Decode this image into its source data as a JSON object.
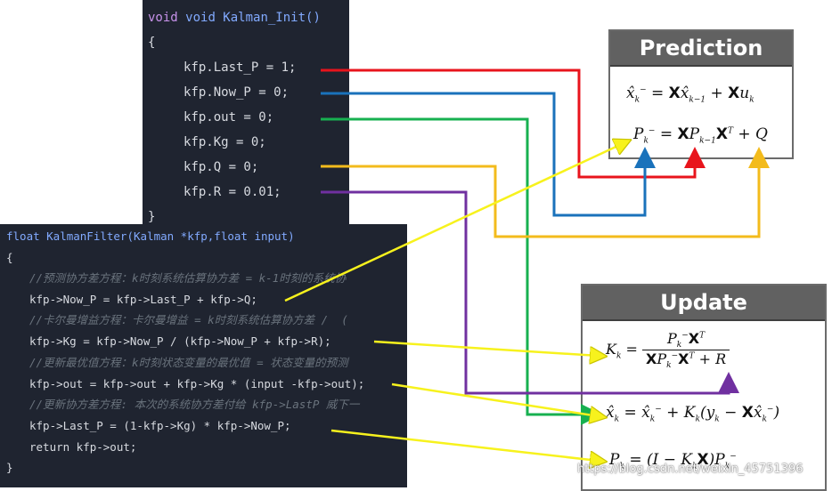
{
  "code_init": {
    "header": "void Kalman_Init()",
    "open_brace": "{",
    "close_brace": "}",
    "lines": [
      "kfp.Last_P = 1;",
      "kfp.Now_P = 0;",
      "kfp.out = 0;",
      "kfp.Kg = 0;",
      "kfp.Q = 0;",
      "kfp.R = 0.01;"
    ]
  },
  "code_filter": {
    "header": "float KalmanFilter(Kalman *kfp,float input)",
    "open_brace": "{",
    "close_brace": "}",
    "lines": [
      "//预测协方差方程：k时刻系统估算协方差 = k-1时刻的系统协",
      "kfp->Now_P = kfp->Last_P + kfp->Q;",
      "//卡尔曼增益方程：卡尔曼增益 = k时刻系统估算协方差 /  (",
      "kfp->Kg = kfp->Now_P / (kfp->Now_P + kfp->R);",
      "//更新最优值方程：k时刻状态变量的最优值 = 状态变量的预测",
      "kfp->out = kfp->out + kfp->Kg * (input -kfp->out);",
      "//更新协方差方程: 本次的系统协方差付给 kfp->LastP 威下一",
      "kfp->Last_P = (1-kfp->Kg) * kfp->Now_P;",
      "return kfp->out;"
    ]
  },
  "prediction": {
    "title": "Prediction",
    "eq1": {
      "lhs": "x̂",
      "lhs_sub": "k",
      "lhs_sup": "−",
      "eq": " = ",
      "x": "X",
      "t1": "x̂",
      "t1_sub": "k−1",
      "plus": " + ",
      "b": "X",
      "u": "u",
      "u_sub": "k"
    },
    "eq2": {
      "lhs": "P",
      "lhs_sub": "k",
      "lhs_sup": "−",
      "eq": " = ",
      "a": "X",
      "p": "P",
      "p_sub": "k−1",
      "at": "X",
      "at_sup": "T",
      "plus": " + Q"
    }
  },
  "update": {
    "title": "Update",
    "eq1": {
      "lhs": "K",
      "lhs_sub": "k",
      "eq": " = ",
      "num": "P",
      "num_sub": "k",
      "num_sup": "−",
      "num_x": "X",
      "num_sup2": "T",
      "den_x1": "X",
      "den_p": "P",
      "den_sub": "k",
      "den_sup": "−",
      "den_x2": "X",
      "den_sup2": "T",
      "den_plus": " + R"
    },
    "eq2": {
      "lhs": "x̂",
      "lhs_sub": "k",
      "eq": " = ",
      "t1": "x̂",
      "t1_sub": "k",
      "t1_sup": "−",
      "plus": " + ",
      "k": "K",
      "k_sub": "k",
      "paren": "(y",
      "y_sub": "k",
      "minus": " − ",
      "c": "X",
      "t2": "x̂",
      "t2_sub": "k",
      "t2_sup": "−",
      "close": ")"
    },
    "eq3": {
      "lhs": "P",
      "lhs_sub": "k",
      "eq": " = (I − K",
      "k_sub": "k",
      "c": "X",
      "close": ")P",
      "p_sub": "k",
      "p_sup": "−"
    }
  },
  "colors": {
    "red": "#e8141c",
    "blue": "#1a72bb",
    "green": "#17b050",
    "orange": "#f3bb1c",
    "purple": "#7030a0",
    "yellow": "#f7f21d"
  },
  "watermark": "https://blog.csdn.net/weixin_45751396"
}
